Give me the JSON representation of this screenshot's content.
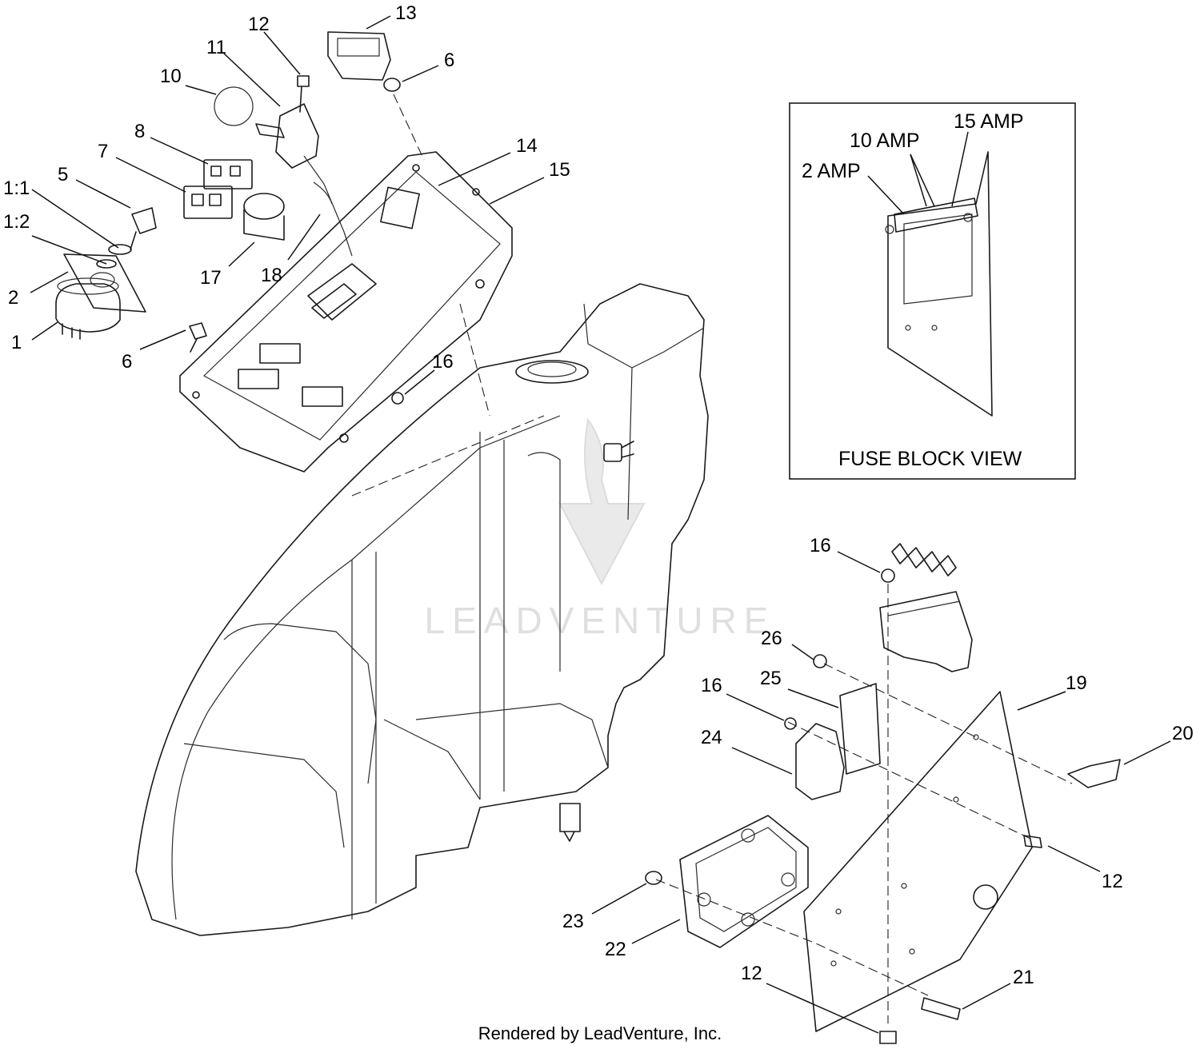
{
  "callouts": [
    {
      "id": "1"
    },
    {
      "id": "1:1"
    },
    {
      "id": "1:2"
    },
    {
      "id": "2"
    },
    {
      "id": "5"
    },
    {
      "id": "7"
    },
    {
      "id": "8"
    },
    {
      "id": "10"
    },
    {
      "id": "11"
    },
    {
      "id": "12"
    },
    {
      "id": "13"
    },
    {
      "id": "6"
    },
    {
      "id": "14"
    },
    {
      "id": "15"
    },
    {
      "id": "17"
    },
    {
      "id": "18"
    },
    {
      "id": "6"
    },
    {
      "id": "16"
    },
    {
      "id": "16"
    },
    {
      "id": "26"
    },
    {
      "id": "25"
    },
    {
      "id": "16"
    },
    {
      "id": "24"
    },
    {
      "id": "19"
    },
    {
      "id": "20"
    },
    {
      "id": "12"
    },
    {
      "id": "23"
    },
    {
      "id": "22"
    },
    {
      "id": "12"
    },
    {
      "id": "21"
    }
  ],
  "inset": {
    "labels": [
      "15 AMP",
      "10 AMP",
      "2 AMP"
    ],
    "title": "FUSE BLOCK VIEW"
  },
  "watermark": "LEADVENTURE",
  "footer": "Rendered by LeadVenture, Inc."
}
